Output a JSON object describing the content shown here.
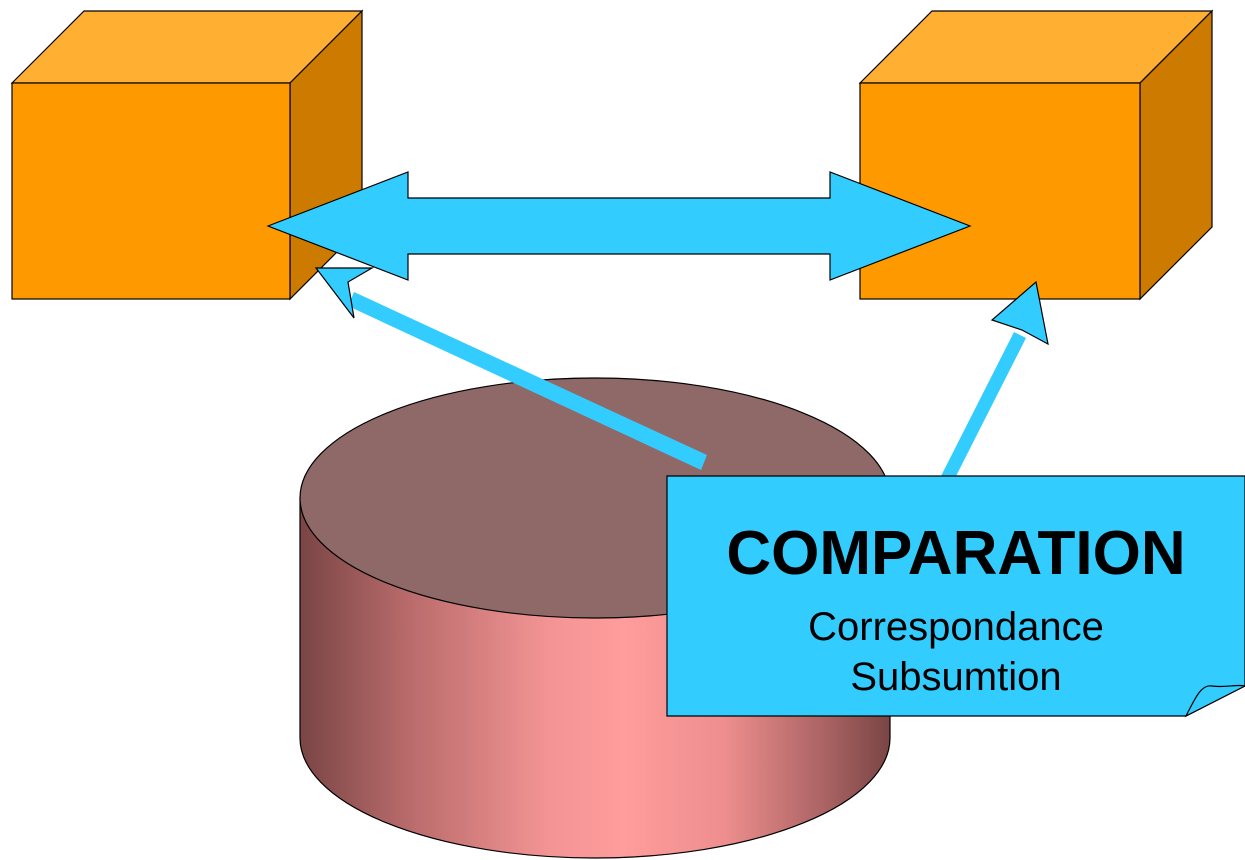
{
  "note": {
    "title": "COMPARATION",
    "lines": [
      "Correspondance",
      "Subsumtion"
    ]
  },
  "colors": {
    "cube_front": "#FF9900",
    "cube_top": "#FFB033",
    "cube_side": "#CC7A00",
    "arrow": "#33CCFF",
    "cylinder_top": "#8F6868",
    "cylinder_body_light": "#FF9999",
    "cylinder_body_dark": "#7A4545",
    "note_fill": "#33CCFF",
    "outline": "#000000"
  },
  "icons": {
    "left_cube": "cube-icon",
    "right_cube": "cube-icon",
    "database": "database-cylinder-icon",
    "note": "folded-note-icon"
  }
}
